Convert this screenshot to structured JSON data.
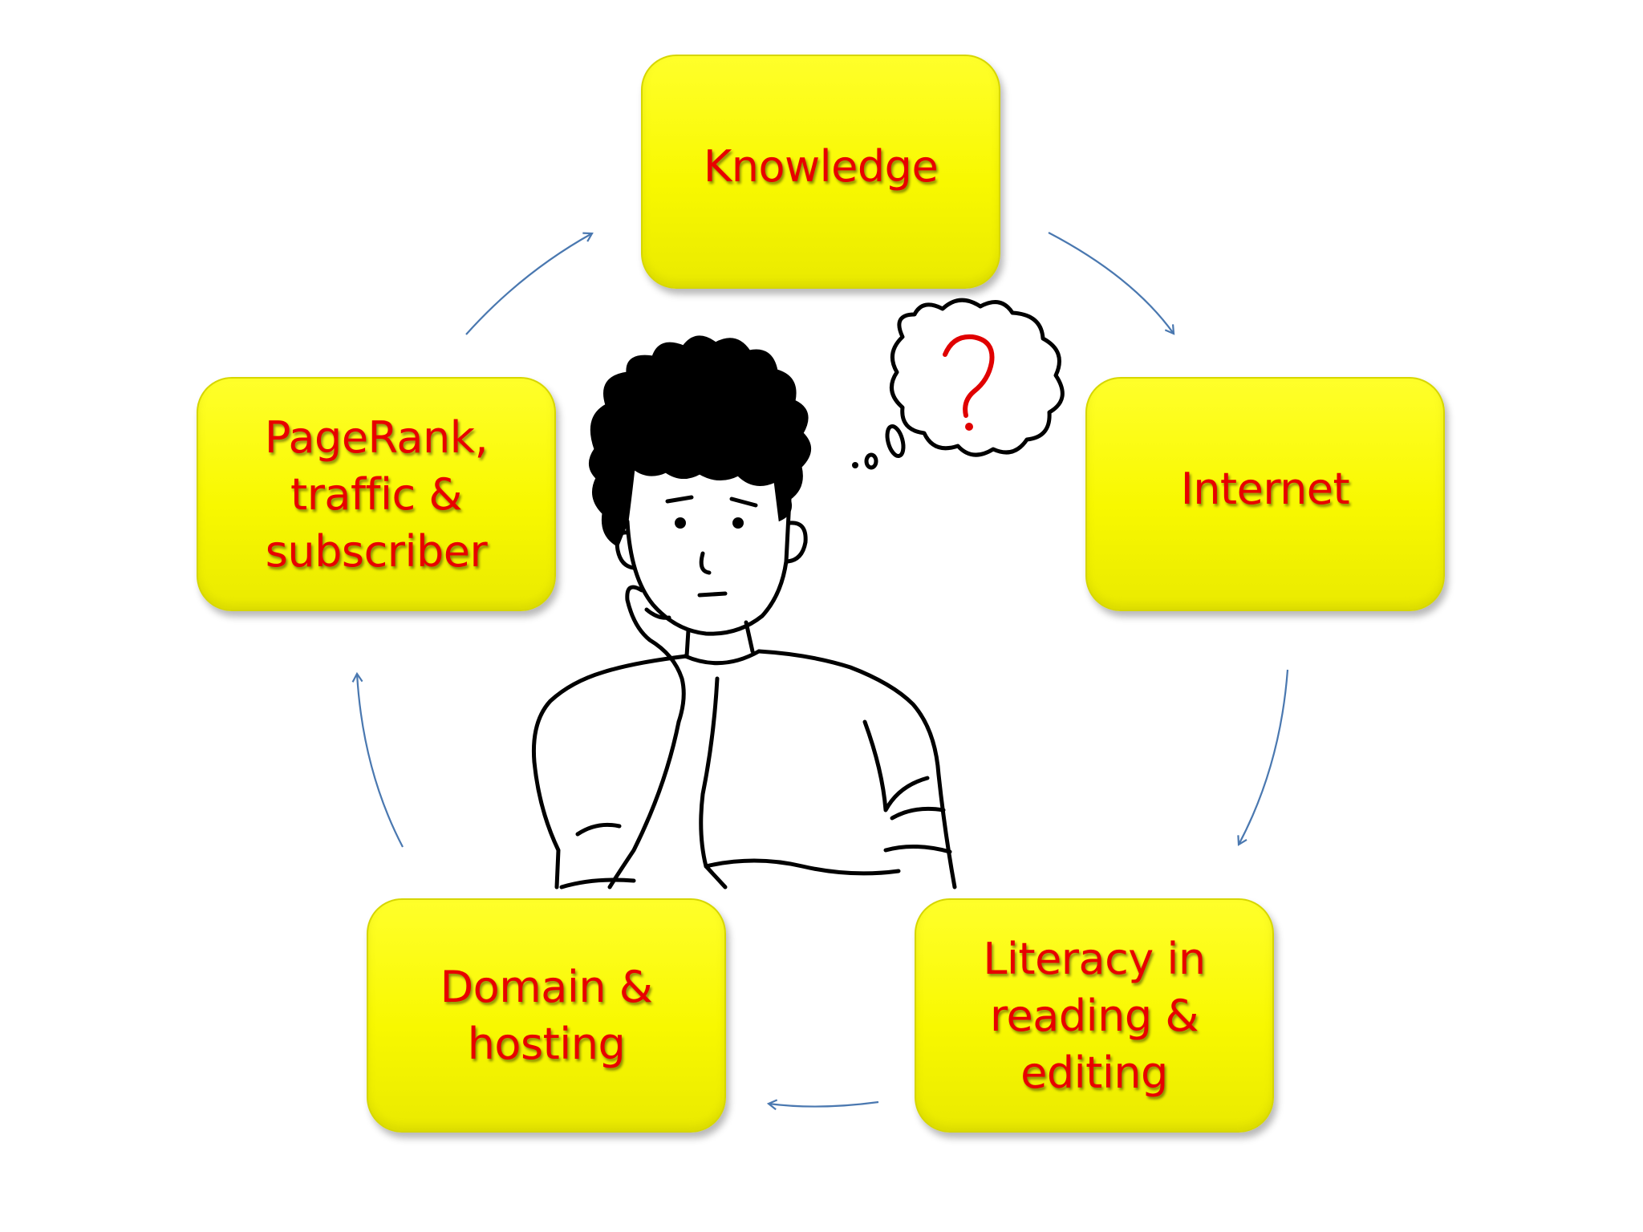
{
  "diagram": {
    "type": "cycle",
    "colors": {
      "box_fill": "#ffff00",
      "label_text": "#e80000",
      "arrow": "#4a78b0",
      "question_mark": "#e00000",
      "sketch_ink": "#000000"
    },
    "nodes": [
      {
        "id": "knowledge",
        "label": "Knowledge"
      },
      {
        "id": "internet",
        "label": "Internet"
      },
      {
        "id": "literacy",
        "label": "Literacy in\nreading &\nediting"
      },
      {
        "id": "domain",
        "label": "Domain &\nhosting"
      },
      {
        "id": "pagerank",
        "label": "PageRank,\ntraffic &\nsubscriber"
      }
    ],
    "edges": [
      {
        "from": "knowledge",
        "to": "internet"
      },
      {
        "from": "internet",
        "to": "literacy"
      },
      {
        "from": "literacy",
        "to": "domain"
      },
      {
        "from": "domain",
        "to": "pagerank"
      },
      {
        "from": "pagerank",
        "to": "knowledge"
      }
    ],
    "center_figure": {
      "icon": "thinking-person-icon",
      "thought_bubble_icon": "question-mark-icon"
    }
  }
}
